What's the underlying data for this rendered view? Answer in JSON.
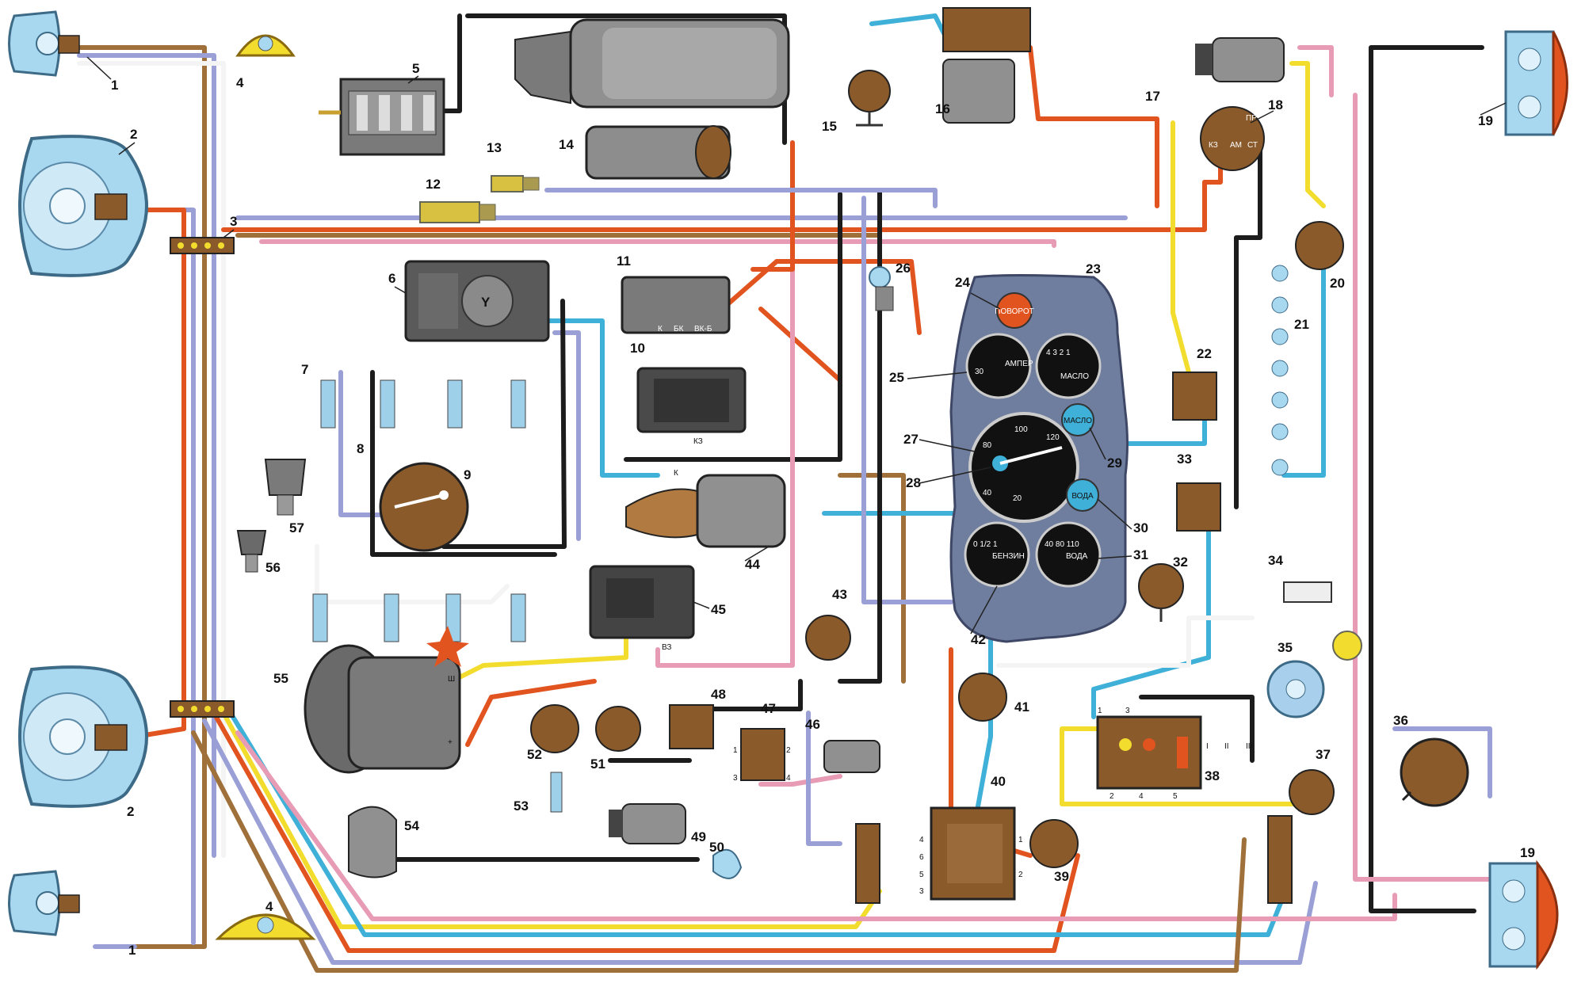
{
  "colors": {
    "wire_orange": "#e2541f",
    "wire_brown": "#a0703a",
    "wire_yellow": "#f2dd2e",
    "wire_blue": "#3fb0d8",
    "wire_violet": "#9aa0d6",
    "wire_pink": "#e79bb5",
    "wire_white": "#f4f4f4",
    "wire_black": "#1c1c1c",
    "wire_grey": "#8a8a8a",
    "panel_slate": "#6f7d9e",
    "gauge_face": "#111111",
    "component_brown": "#8a5a2a",
    "lamp_blue": "#a8d8f0"
  },
  "components": {
    "n1": "1",
    "n2": "2",
    "n3": "3",
    "n4": "4",
    "n5": "5",
    "n6": "6",
    "n7": "7",
    "n8": "8",
    "n9": "9",
    "n10": "10",
    "n11": "11",
    "n12": "12",
    "n13": "13",
    "n14": "14",
    "n15": "15",
    "n16": "16",
    "n17": "17",
    "n18": "18",
    "n19": "19",
    "n20": "20",
    "n21": "21",
    "n22": "22",
    "n23": "23",
    "n24": "24",
    "n25": "25",
    "n26": "26",
    "n27": "27",
    "n28": "28",
    "n29": "29",
    "n30": "30",
    "n31": "31",
    "n32": "32",
    "n33": "33",
    "n34": "34",
    "n35": "35",
    "n36": "36",
    "n37": "37",
    "n38": "38",
    "n39": "39",
    "n40": "40",
    "n41": "41",
    "n42": "42",
    "n43": "43",
    "n44": "44",
    "n45": "45",
    "n46": "46",
    "n47": "47",
    "n48": "48",
    "n49": "49",
    "n50": "50",
    "n51": "51",
    "n52": "52",
    "n53": "53",
    "n54": "54",
    "n55": "55",
    "n56": "56",
    "n57": "57"
  },
  "terminals": {
    "k": "К",
    "bk": "БК",
    "bk_b": "ВК-Б",
    "kz": "КЗ",
    "k_small": "К",
    "vz": "ВЗ",
    "sh": "Ш",
    "plus": "+",
    "pr": "ПР",
    "am": "АМ",
    "st": "СТ",
    "kz2": "КЗ"
  },
  "gauges": {
    "warning_lamp": "ПОВОРОТ",
    "ammeter_unit": "АМПЕР",
    "ammeter_scale": "30",
    "oil_label": "МАСЛО",
    "oil_scale": "4  3  2  1",
    "speed_marks": [
      "80",
      "100",
      "120",
      "40",
      "20"
    ],
    "oil_lamp": "МАСЛО",
    "water_lamp": "ВОДА",
    "fuel_label": "БЕНЗИН",
    "fuel_scale": "0  1/2  1",
    "temp_label": "ВОДА",
    "temp_scale": "40  80  110"
  },
  "switch_positions": [
    "I",
    "II",
    "III"
  ],
  "switch_38_terminals": [
    "1",
    "3",
    "2",
    "4",
    "5"
  ],
  "switch_40_terminals": [
    "1",
    "2",
    "3",
    "4",
    "5",
    "6"
  ],
  "relay_47_terminals": [
    "1",
    "2",
    "3",
    "4"
  ]
}
